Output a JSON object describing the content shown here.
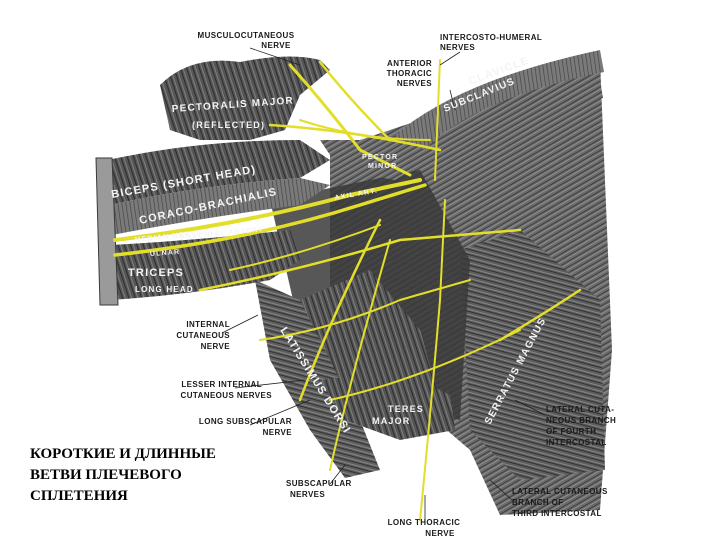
{
  "caption": {
    "lines": [
      "КОРОТКИЕ И ДЛИННЫЕ",
      "ВЕТВИ ПЛЕЧЕВОГО",
      "СПЛЕТЕНИЯ"
    ]
  },
  "labels": {
    "musculocutaneous_1": "MUSCULOCUTANEOUS",
    "musculocutaneous_2": "NERVE",
    "intercosto_1": "INTERCOSTO-HUMERAL",
    "intercosto_2": "NERVES",
    "ant_thoracic_1": "ANTERIOR",
    "ant_thoracic_2": "THORACIC",
    "ant_thoracic_3": "NERVES",
    "internal_cut_1": "INTERNAL",
    "internal_cut_2": "CUTANEOUS",
    "internal_cut_3": "NERVE",
    "lesser_int_1": "LESSER INTERNAL",
    "lesser_int_2": "CUTANEOUS NERVES",
    "long_subscap_1": "LONG SUBSCAPULAR",
    "long_subscap_2": "NERVE",
    "subscapular_1": "SUBSCAPULAR",
    "subscapular_2": "NERVES",
    "long_thoracic_1": "LONG THORACIC",
    "long_thoracic_2": "NERVE",
    "lat_cut_4_1": "LATERAL CUTA-",
    "lat_cut_4_2": "NEOUS BRANCH",
    "lat_cut_4_3": "OF FOURTH",
    "lat_cut_4_4": "INTERCOSTAL",
    "lat_cut_3_1": "LATERAL CUTANEOUS",
    "lat_cut_3_2": "BRANCH OF",
    "lat_cut_3_3": "THIRD INTERCOSTAL"
  },
  "muscles": {
    "pectoralis_major": "PECTORALIS MAJOR",
    "reflected": "(REFLECTED)",
    "clavicle": "CLAVICLE",
    "subclavius": "SUBCLAVIUS",
    "pector": "PECTOR",
    "minor": "MINOR",
    "biceps": "BICEPS (SHORT HEAD)",
    "coraco": "CORACO-BRACHIALIS",
    "axil_art": "AXIL ART.",
    "median_nerve": "MEDIAN NERVE",
    "brachial_artery": "BRACHIAL ARTERY",
    "ulnar": "ULNAR",
    "triceps": "TRICEPS",
    "long_head": "LONG HEAD",
    "latissimus": "LATISSIMUS DORSI",
    "teres_1": "TERES",
    "teres_2": "MAJOR",
    "serratus": "SERRATUS MAGNUS"
  },
  "colors": {
    "nerve": "#e3de2a",
    "muscle_dark": "#3c3c3c",
    "muscle_mid": "#6e6e6e",
    "background": "#ffffff"
  }
}
